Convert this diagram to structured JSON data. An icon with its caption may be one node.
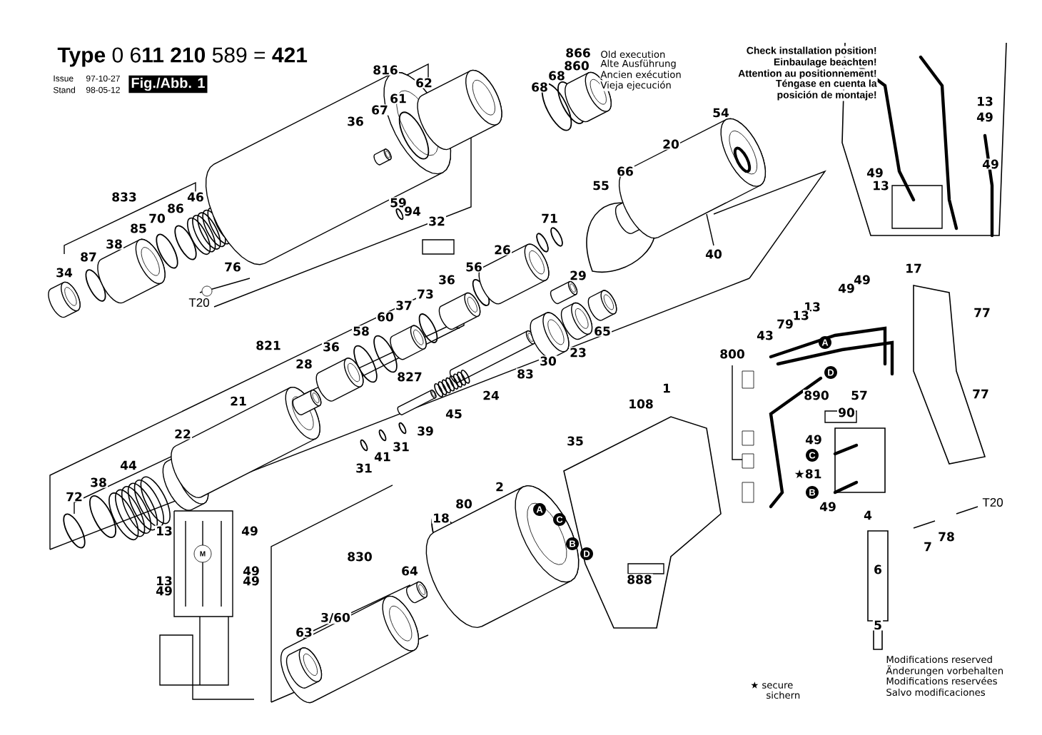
{
  "diagram": {
    "labels": [
      "**Type** 0 6**11 210** 589 = **421**",
      "Issue",
      "Stand",
      "97-10-27",
      "98-05-12",
      "Fig./Abb. 1",
      "Old execution",
      "Alte Ausführung",
      "Ancien exécution",
      "Vieja ejecución",
      "Check installation position!",
      "Einbaulage beachten!",
      "Attention au positionnement!",
      "Téngase en cuenta la",
      "posición de montaje!",
      "866",
      "860",
      "68",
      "68",
      "816",
      "62",
      "61",
      "67",
      "36",
      "54",
      "13",
      "49",
      "20",
      "49",
      "49",
      "13",
      "66",
      "55",
      "833",
      "46",
      "86",
      "70",
      "85",
      "38",
      "87",
      "34",
      "59",
      "94",
      "32",
      "71",
      "26",
      "40",
      "76",
      "56",
      "17",
      "29",
      "36",
      "49",
      "49",
      "73",
      "37",
      "13",
      "77",
      "60",
      "13",
      "79",
      "65",
      "58",
      "43",
      "36",
      "821",
      "23",
      "800",
      "30",
      "28",
      "83",
      "827",
      "1",
      "77",
      "24",
      "890",
      "57",
      "21",
      "108",
      "90",
      "45",
      "39",
      "22",
      "49",
      "35",
      "31",
      "41",
      "44",
      "31",
      "★81",
      "38",
      "2",
      "72",
      "80",
      "49",
      "4",
      "18",
      "13",
      "49",
      "78",
      "7",
      "830",
      "6",
      "64",
      "49",
      "13",
      "49",
      "888",
      "49",
      "3/60",
      "5",
      "63",
      "T20",
      "T20",
      "M",
      "A",
      "D",
      "C",
      "B",
      "A",
      "C",
      "B",
      "D",
      "Modifications reserved",
      "Änderungen vorbehalten",
      "Modifications reservées",
      "Salvo modificaciones",
      "★ secure",
      "sichern"
    ]
  }
}
